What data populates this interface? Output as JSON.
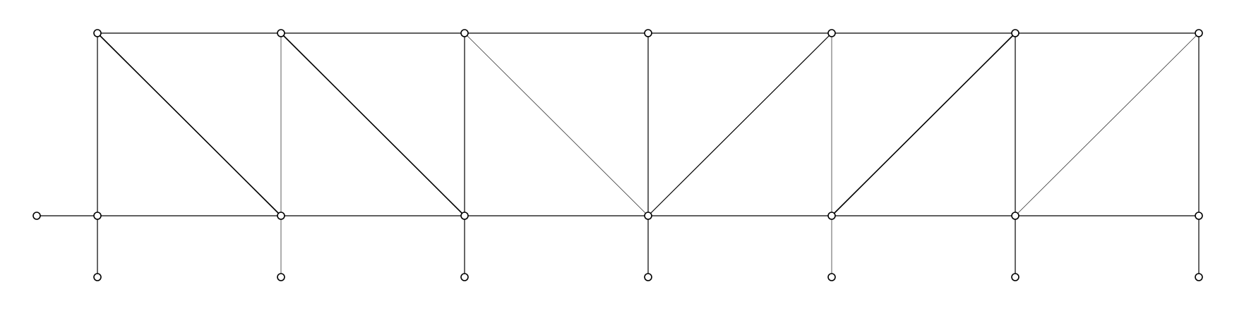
{
  "diagram": {
    "type": "truss",
    "colors": {
      "line": "#000000",
      "node_fill": "#ffffff",
      "background": "#ffffff"
    },
    "panels": 6,
    "nodes": [
      {
        "id": "t0",
        "col": 1,
        "row": 0
      },
      {
        "id": "t1",
        "col": 2,
        "row": 0
      },
      {
        "id": "t2",
        "col": 3,
        "row": 0
      },
      {
        "id": "t3",
        "col": 4,
        "row": 0
      },
      {
        "id": "t4",
        "col": 5,
        "row": 0
      },
      {
        "id": "t5",
        "col": 6,
        "row": 0
      },
      {
        "id": "t6",
        "col": 7,
        "row": 0
      },
      {
        "id": "b_left",
        "col": 0,
        "row": 1
      },
      {
        "id": "b0",
        "col": 1,
        "row": 1
      },
      {
        "id": "b1",
        "col": 2,
        "row": 1
      },
      {
        "id": "b2",
        "col": 3,
        "row": 1
      },
      {
        "id": "b3",
        "col": 4,
        "row": 1
      },
      {
        "id": "b4",
        "col": 5,
        "row": 1
      },
      {
        "id": "b5",
        "col": 6,
        "row": 1
      },
      {
        "id": "b6",
        "col": 7,
        "row": 1
      },
      {
        "id": "s0",
        "col": 1,
        "row": 2
      },
      {
        "id": "s1",
        "col": 2,
        "row": 2
      },
      {
        "id": "s2",
        "col": 3,
        "row": 2
      },
      {
        "id": "s3",
        "col": 4,
        "row": 2
      },
      {
        "id": "s4",
        "col": 5,
        "row": 2
      },
      {
        "id": "s5",
        "col": 6,
        "row": 2
      },
      {
        "id": "s6",
        "col": 7,
        "row": 2
      }
    ],
    "members": [
      {
        "from": "t0",
        "to": "t1",
        "weight": "medium"
      },
      {
        "from": "t1",
        "to": "t2",
        "weight": "medium"
      },
      {
        "from": "t2",
        "to": "t3",
        "weight": "medium"
      },
      {
        "from": "t3",
        "to": "t4",
        "weight": "medium"
      },
      {
        "from": "t4",
        "to": "t5",
        "weight": "medium"
      },
      {
        "from": "t5",
        "to": "t6",
        "weight": "medium"
      },
      {
        "from": "b_left",
        "to": "b0",
        "weight": "medium"
      },
      {
        "from": "b0",
        "to": "b1",
        "weight": "medium"
      },
      {
        "from": "b1",
        "to": "b2",
        "weight": "medium"
      },
      {
        "from": "b2",
        "to": "b3",
        "weight": "medium"
      },
      {
        "from": "b3",
        "to": "b4",
        "weight": "medium"
      },
      {
        "from": "b4",
        "to": "b5",
        "weight": "medium"
      },
      {
        "from": "b5",
        "to": "b6",
        "weight": "medium"
      },
      {
        "from": "t0",
        "to": "b0",
        "weight": "medium"
      },
      {
        "from": "t1",
        "to": "b1",
        "weight": "light"
      },
      {
        "from": "t2",
        "to": "b2",
        "weight": "medium"
      },
      {
        "from": "t3",
        "to": "b3",
        "weight": "medium"
      },
      {
        "from": "t4",
        "to": "b4",
        "weight": "light"
      },
      {
        "from": "t5",
        "to": "b5",
        "weight": "medium"
      },
      {
        "from": "t6",
        "to": "b6",
        "weight": "medium"
      },
      {
        "from": "t0",
        "to": "b1",
        "weight": "heavy"
      },
      {
        "from": "t1",
        "to": "b2",
        "weight": "heavy"
      },
      {
        "from": "t2",
        "to": "b3",
        "weight": "light"
      },
      {
        "from": "t4",
        "to": "b3",
        "weight": "medium"
      },
      {
        "from": "t5",
        "to": "b4",
        "weight": "heavy"
      },
      {
        "from": "t6",
        "to": "b5",
        "weight": "light"
      },
      {
        "from": "b0",
        "to": "s0",
        "weight": "medium"
      },
      {
        "from": "b1",
        "to": "s1",
        "weight": "light"
      },
      {
        "from": "b2",
        "to": "s2",
        "weight": "medium"
      },
      {
        "from": "b3",
        "to": "s3",
        "weight": "medium"
      },
      {
        "from": "b4",
        "to": "s4",
        "weight": "light"
      },
      {
        "from": "b5",
        "to": "s5",
        "weight": "medium"
      },
      {
        "from": "b6",
        "to": "s6",
        "weight": "medium"
      }
    ]
  }
}
